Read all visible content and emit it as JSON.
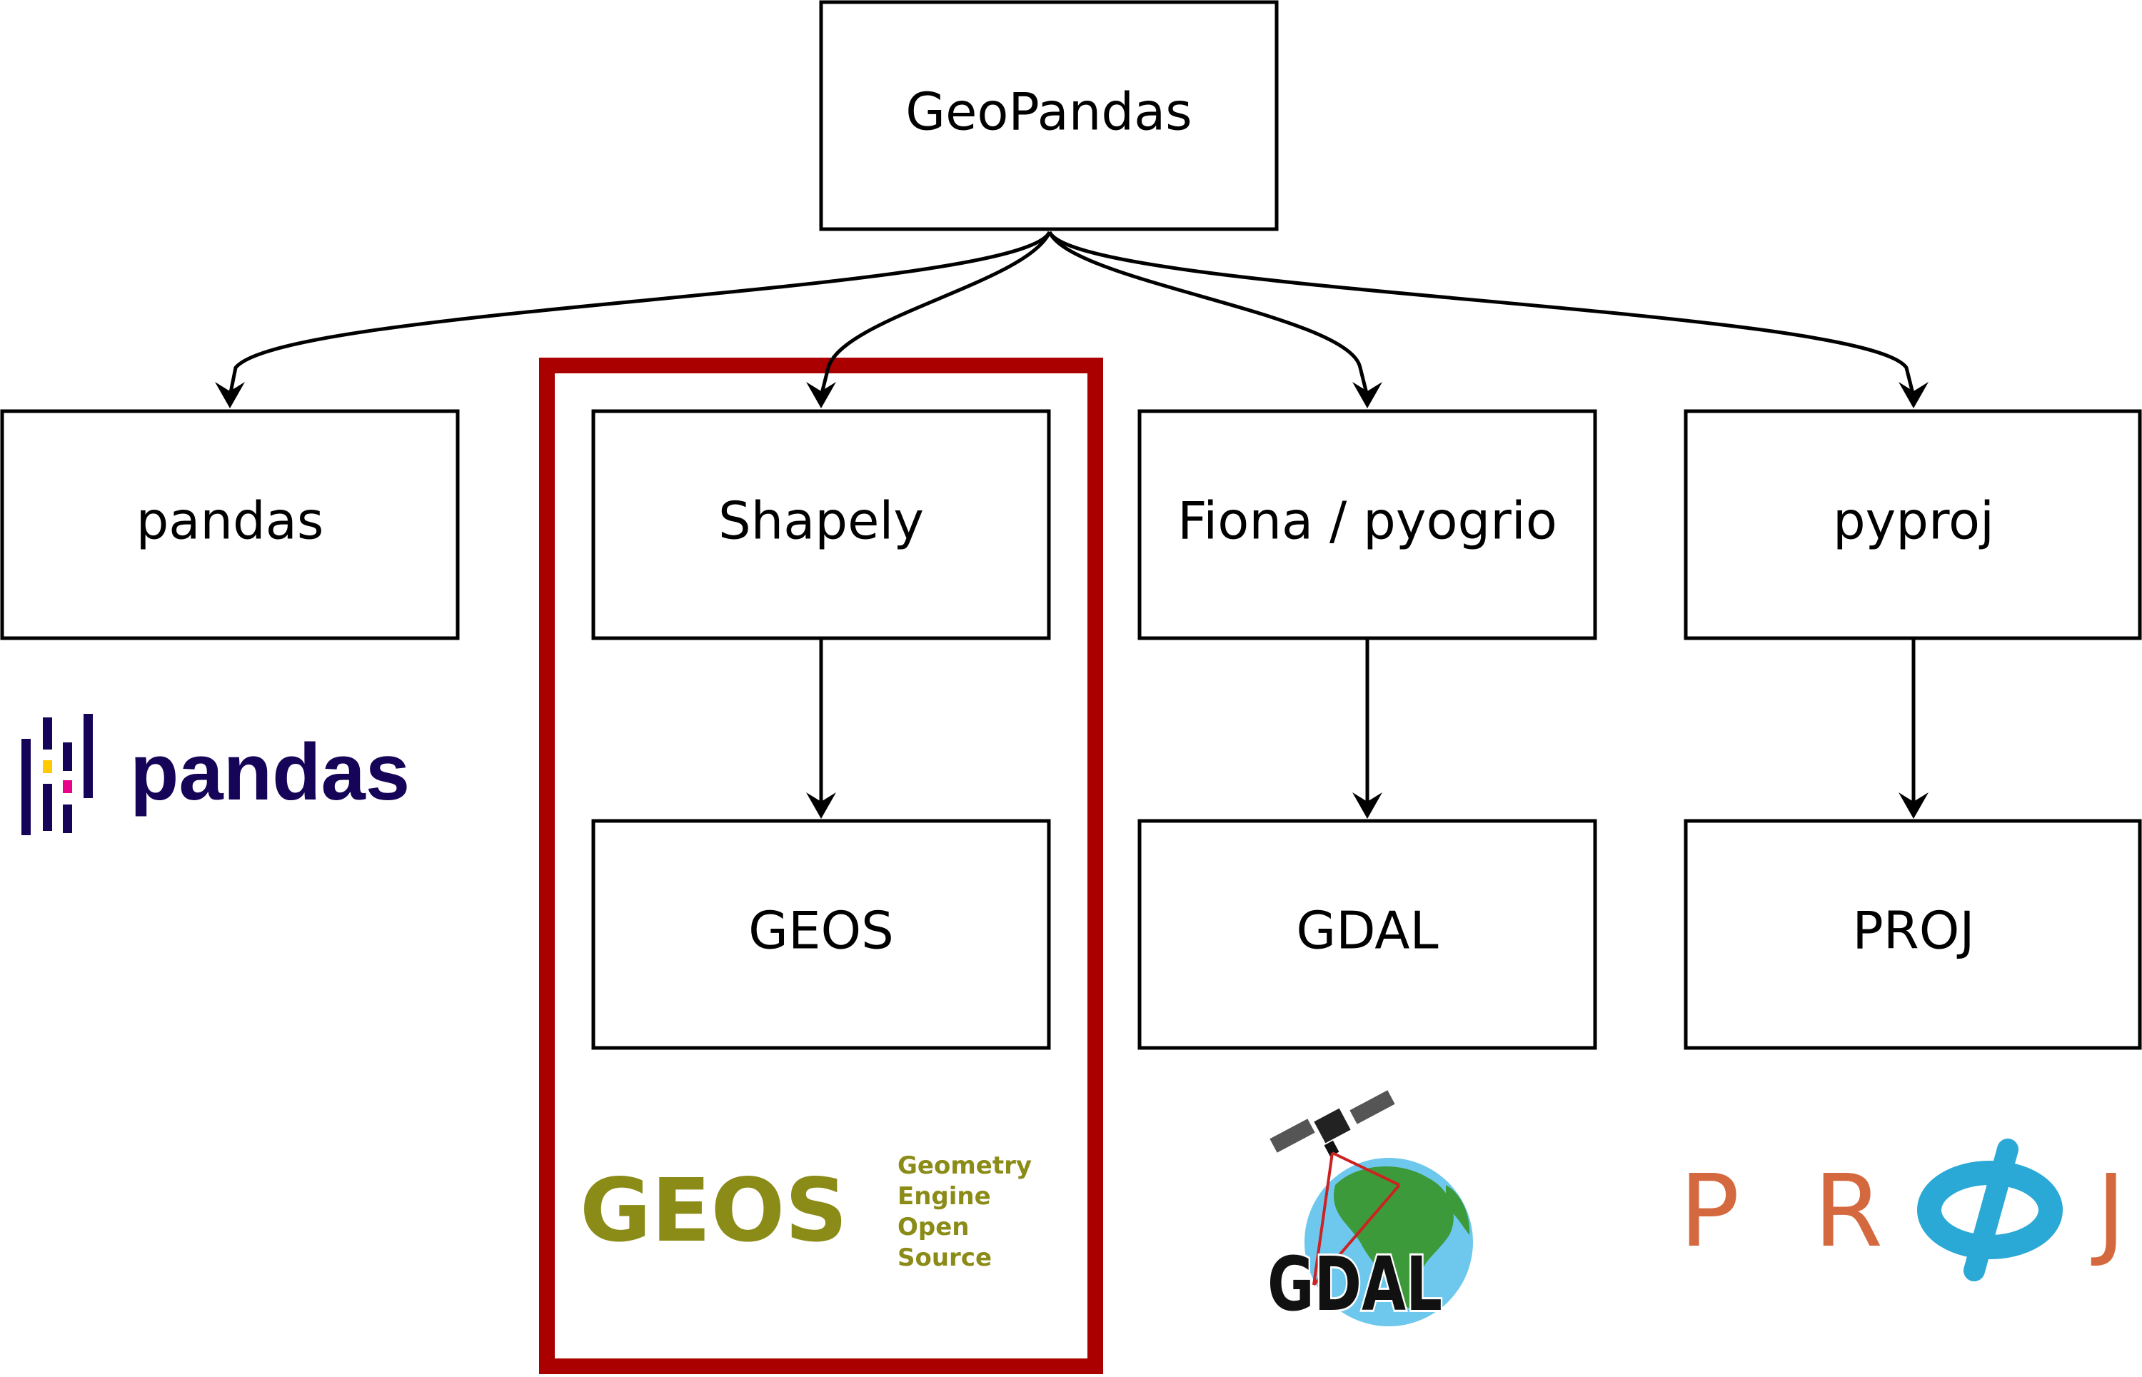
{
  "nodes": {
    "geopandas": "GeoPandas",
    "pandas": "pandas",
    "shapely": "Shapely",
    "fiona": "Fiona / pyogrio",
    "pyproj": "pyproj",
    "geos": "GEOS",
    "gdal": "GDAL",
    "proj": "PROJ"
  },
  "logos": {
    "pandas": {
      "text": "pandas",
      "color": "#150458",
      "accent_yellow": "#ffca00",
      "accent_pink": "#e70488"
    },
    "geos": {
      "text": "GEOS",
      "subtitle": [
        "Geometry",
        "Engine",
        "Open",
        "Source"
      ],
      "color": "#8b8b18"
    },
    "gdal": {
      "text": "GDAL",
      "globe_color": "#6ec8ee",
      "land_color": "#3d9a3b",
      "beam_color": "#cc2222"
    },
    "proj": {
      "letters": [
        "P",
        "R",
        "Ø",
        "J"
      ],
      "color": "#d4693f",
      "accent": "#2aa8d6"
    }
  },
  "highlight": {
    "color": "#aa0000",
    "target": "shapely-geos"
  },
  "edges": [
    [
      "GeoPandas",
      "pandas"
    ],
    [
      "GeoPandas",
      "Shapely"
    ],
    [
      "GeoPandas",
      "Fiona / pyogrio"
    ],
    [
      "GeoPandas",
      "pyproj"
    ],
    [
      "Shapely",
      "GEOS"
    ],
    [
      "Fiona / pyogrio",
      "GDAL"
    ],
    [
      "pyproj",
      "PROJ"
    ]
  ]
}
